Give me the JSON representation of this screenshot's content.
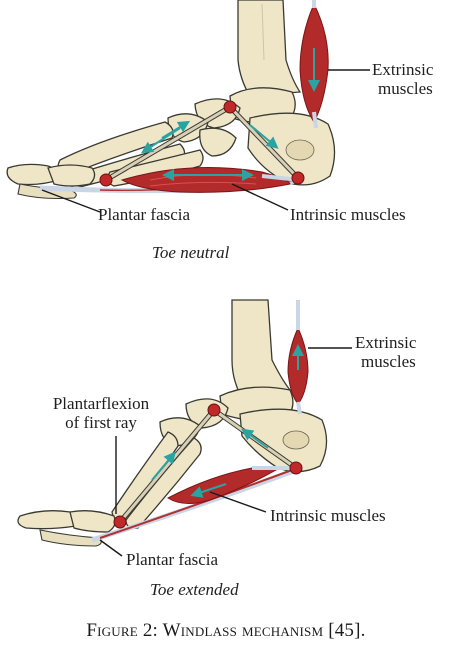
{
  "panel_top": {
    "extrinsic_label_line1": "Extrinsic",
    "extrinsic_label_line2": "muscles",
    "plantar_fascia_label": "Plantar fascia",
    "intrinsic_label": "Intrinsic muscles",
    "state_caption": "Toe neutral"
  },
  "panel_bottom": {
    "extrinsic_label_line1": "Extrinsic",
    "extrinsic_label_line2": "muscles",
    "plantarflexion_label_line1": "Plantarflexion",
    "plantarflexion_label_line2": "of first ray",
    "intrinsic_label": "Intrinsic muscles",
    "plantar_fascia_label": "Plantar fascia",
    "state_caption": "Toe extended"
  },
  "figure_caption": "Figure 2: Windlass mechanism [45].",
  "colors": {
    "bone": "#efe6c8",
    "bone_outline": "#3a3a32",
    "muscle": "#b32a2a",
    "tendon": "#c9d6e6",
    "arrow": "#2aa3a3",
    "joint": "#c0282a",
    "fascia": "#b23030"
  }
}
